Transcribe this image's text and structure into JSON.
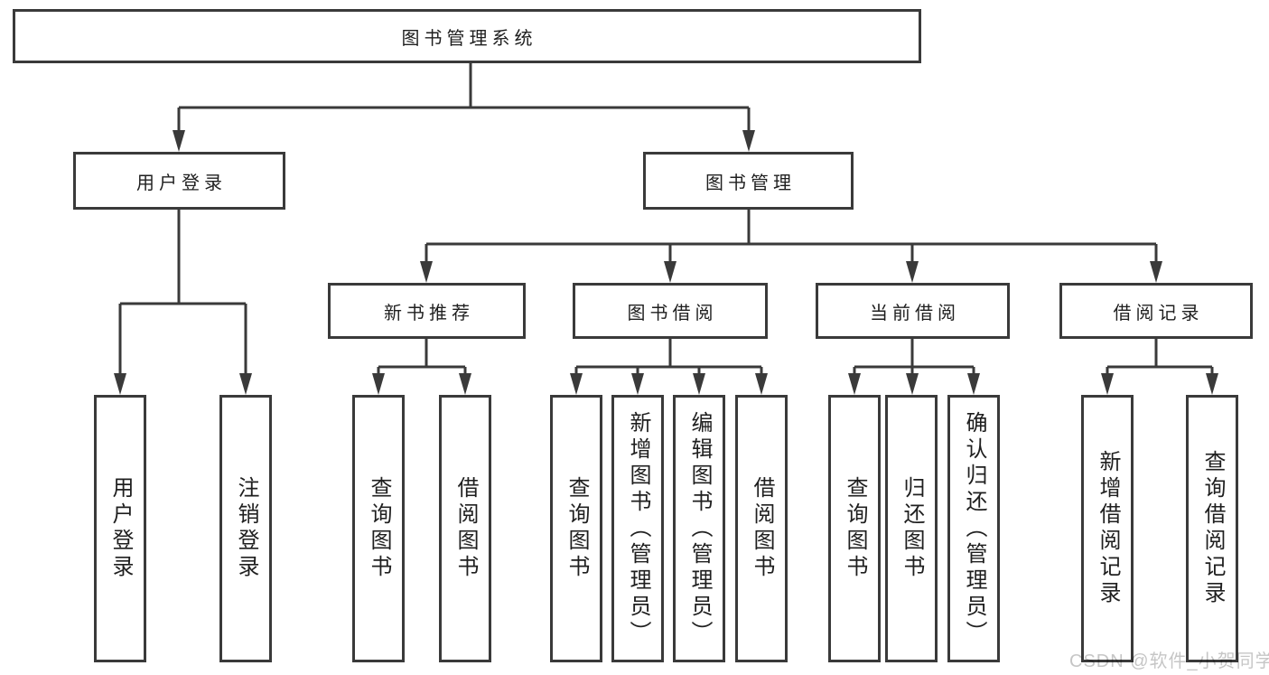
{
  "diagram": {
    "type": "hierarchy-tree",
    "orientation": "top-down"
  },
  "tree": {
    "root": {
      "label": "图书管理系统",
      "children": [
        {
          "label": "用户登录",
          "children": [
            {
              "label": "用户登录"
            },
            {
              "label": "注销登录"
            }
          ]
        },
        {
          "label": "图书管理",
          "children": [
            {
              "label": "新书推荐",
              "children": [
                {
                  "label": "查询图书"
                },
                {
                  "label": "借阅图书"
                }
              ]
            },
            {
              "label": "图书借阅",
              "children": [
                {
                  "label": "查询图书"
                },
                {
                  "label": "新增图书（管理员）"
                },
                {
                  "label": "编辑图书（管理员）"
                },
                {
                  "label": "借阅图书"
                }
              ]
            },
            {
              "label": "当前借阅",
              "children": [
                {
                  "label": "查询图书"
                },
                {
                  "label": "归还图书"
                },
                {
                  "label": "确认归还（管理员）"
                }
              ]
            },
            {
              "label": "借阅记录",
              "children": [
                {
                  "label": "新增借阅记录"
                },
                {
                  "label": "查询借阅记录"
                }
              ]
            }
          ]
        }
      ]
    }
  },
  "watermark": {
    "text": "CSDN @软件_小贺同学"
  },
  "colors": {
    "line": "#3a3a3a",
    "text": "#1f1f1f",
    "watermark": "#c6c6c6",
    "bg": "#ffffff"
  }
}
